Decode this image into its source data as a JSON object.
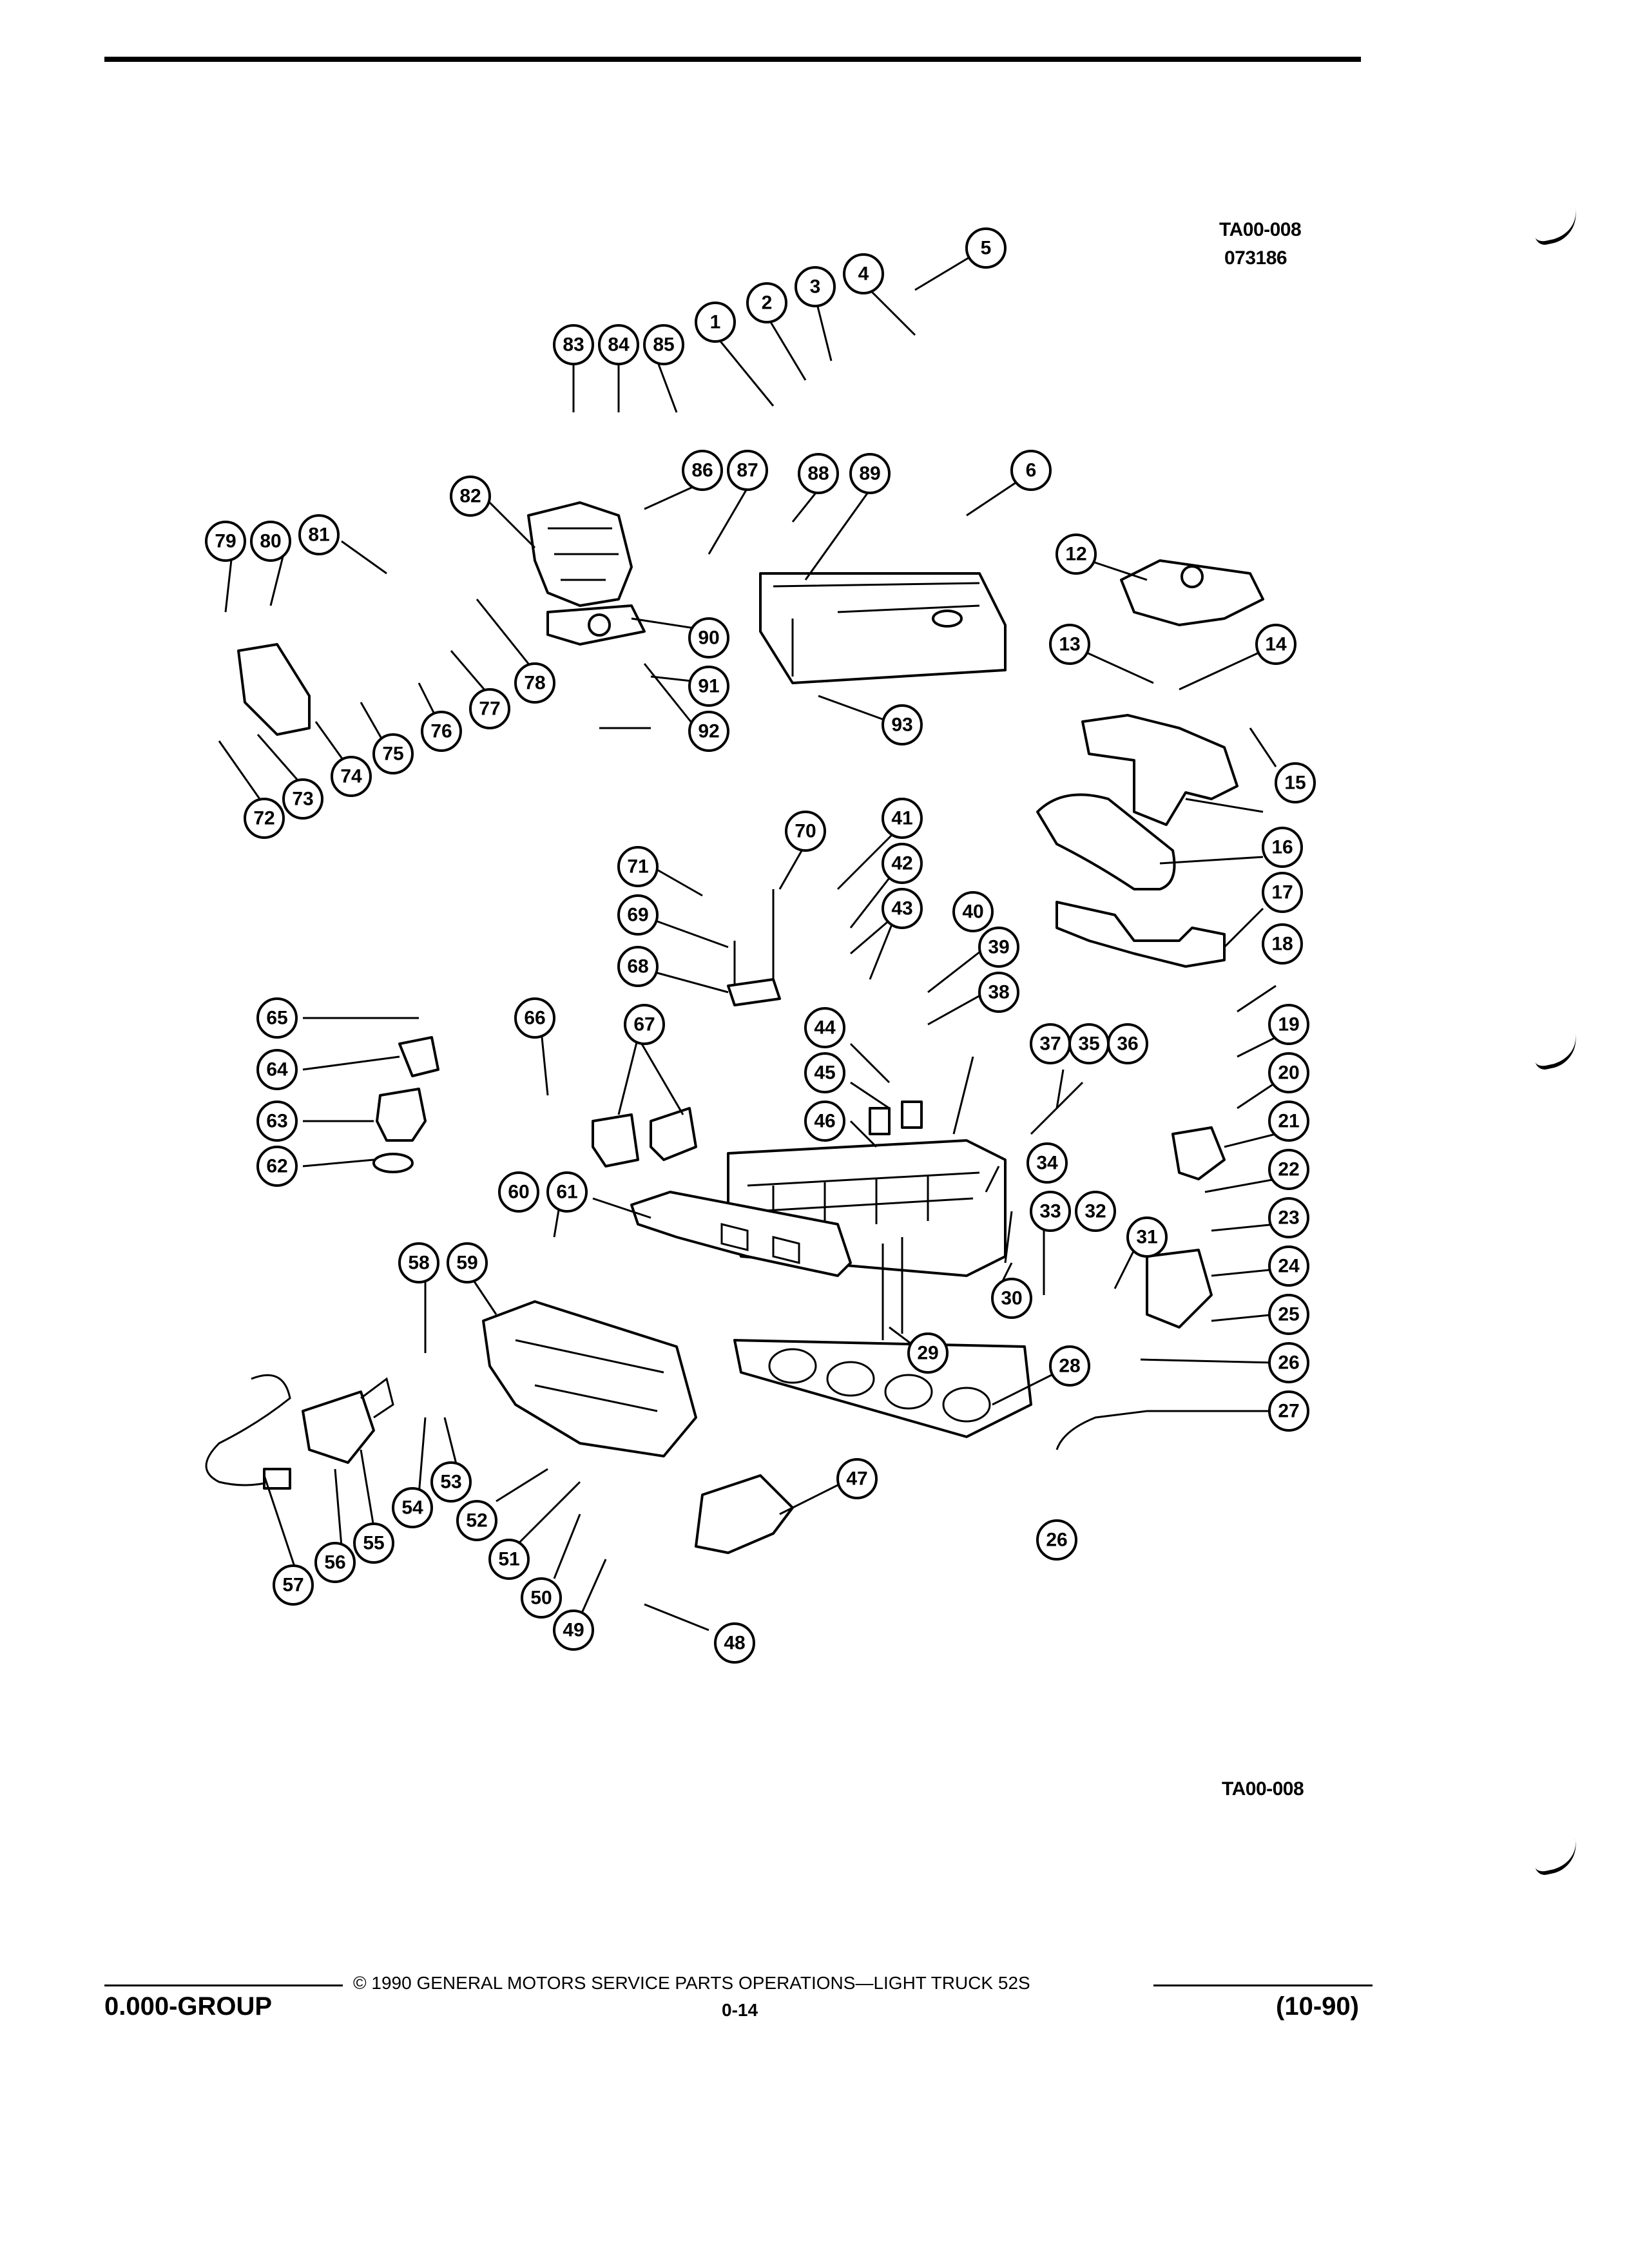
{
  "header": {
    "figure_id": "TA00-008",
    "figure_code": "073186"
  },
  "figure_footer_id": "TA00-008",
  "footer": {
    "copyright": "© 1990 GENERAL MOTORS SERVICE PARTS OPERATIONS—LIGHT TRUCK 52S",
    "page_number": "0-14",
    "group": "0.000-GROUP",
    "revision": "(10-90)"
  },
  "callouts": [
    "1",
    "2",
    "3",
    "4",
    "5",
    "6",
    "12",
    "13",
    "14",
    "15",
    "16",
    "17",
    "18",
    "19",
    "20",
    "21",
    "22",
    "23",
    "24",
    "25",
    "26",
    "27",
    "28",
    "29",
    "30",
    "31",
    "32",
    "33",
    "34",
    "35",
    "36",
    "37",
    "38",
    "39",
    "40",
    "41",
    "42",
    "43",
    "44",
    "45",
    "46",
    "47",
    "48",
    "49",
    "50",
    "51",
    "52",
    "53",
    "54",
    "55",
    "56",
    "57",
    "58",
    "59",
    "60",
    "61",
    "62",
    "63",
    "64",
    "65",
    "66",
    "67",
    "68",
    "69",
    "70",
    "71",
    "72",
    "73",
    "74",
    "75",
    "76",
    "77",
    "78",
    "79",
    "80",
    "81",
    "82",
    "83",
    "84",
    "85",
    "86",
    "87",
    "88",
    "89",
    "90",
    "91",
    "92",
    "93"
  ]
}
